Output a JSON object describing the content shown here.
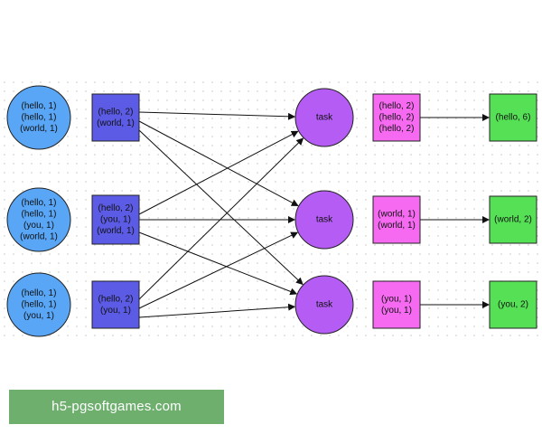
{
  "colors": {
    "input_circle": "#58a6f5",
    "combine_square": "#5b5be6",
    "task_circle": "#b55cf5",
    "shuffle_square": "#f56af1",
    "output_square": "#55e055",
    "stroke": "#222222"
  },
  "inputs": [
    {
      "lines": [
        "(hello, 1)",
        "(hello, 1)",
        "(world, 1)"
      ]
    },
    {
      "lines": [
        "(hello, 1)",
        "(hello, 1)",
        "(you, 1)",
        "(world, 1)"
      ]
    },
    {
      "lines": [
        "(hello, 1)",
        "(hello, 1)",
        "(you, 1)"
      ]
    }
  ],
  "combines": [
    {
      "lines": [
        "(hello, 2)",
        "(world, 1)"
      ]
    },
    {
      "lines": [
        "(hello, 2)",
        "(you, 1)",
        "(world, 1)"
      ]
    },
    {
      "lines": [
        "(hello, 2)",
        "(you, 1)"
      ]
    }
  ],
  "tasks": [
    {
      "label": "task"
    },
    {
      "label": "task"
    },
    {
      "label": "task"
    }
  ],
  "shuffles": [
    {
      "lines": [
        "(hello, 2)",
        "(hello, 2)",
        "(hello, 2)"
      ]
    },
    {
      "lines": [
        "(world, 1)",
        "(world, 1)"
      ]
    },
    {
      "lines": [
        "(you, 1)",
        "(you, 1)"
      ]
    }
  ],
  "outputs": [
    {
      "label": "(hello, 6)"
    },
    {
      "label": "(world, 2)"
    },
    {
      "label": "(you, 2)"
    }
  ],
  "watermark": "h5-pgsoftgames.com"
}
